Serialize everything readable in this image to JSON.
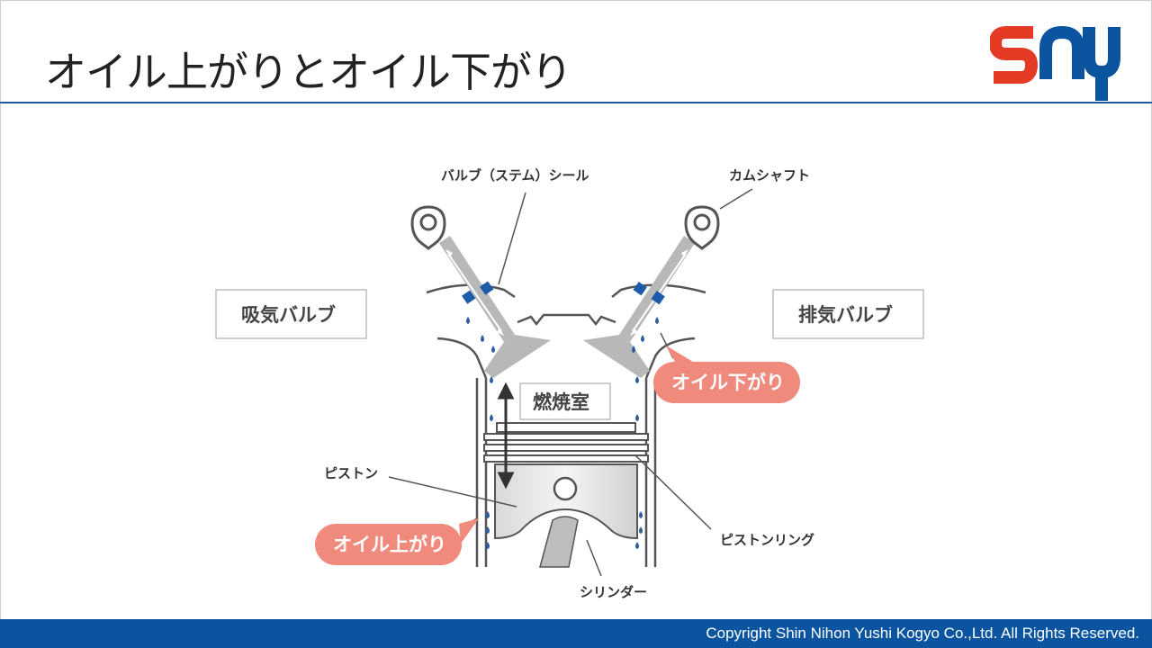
{
  "title": "オイル上がりとオイル下がり",
  "logo": {
    "text": "sny",
    "colors": {
      "s": "#e53a24",
      "ny": "#0a54a0"
    }
  },
  "labels": {
    "valve_seal": "バルブ（ステム）シール",
    "camshaft": "カムシャフト",
    "intake_valve": "吸気バルブ",
    "exhaust_valve": "排気バルブ",
    "combustion_chamber": "燃焼室",
    "piston": "ピストン",
    "piston_ring": "ピストンリング",
    "cylinder": "シリンダー"
  },
  "callouts": {
    "oil_down": "オイル下がり",
    "oil_up": "オイル上がり"
  },
  "footer": {
    "copyright": "Copyright Shin Nihon Yushi Kogyo Co.,Ltd. All Rights Reserved."
  },
  "colors": {
    "accent_blue": "#0a54a0",
    "callout_fill": "#ef8a7c",
    "oil_drop": "#2f5f9f",
    "part_gray": "#bdbdbd"
  }
}
